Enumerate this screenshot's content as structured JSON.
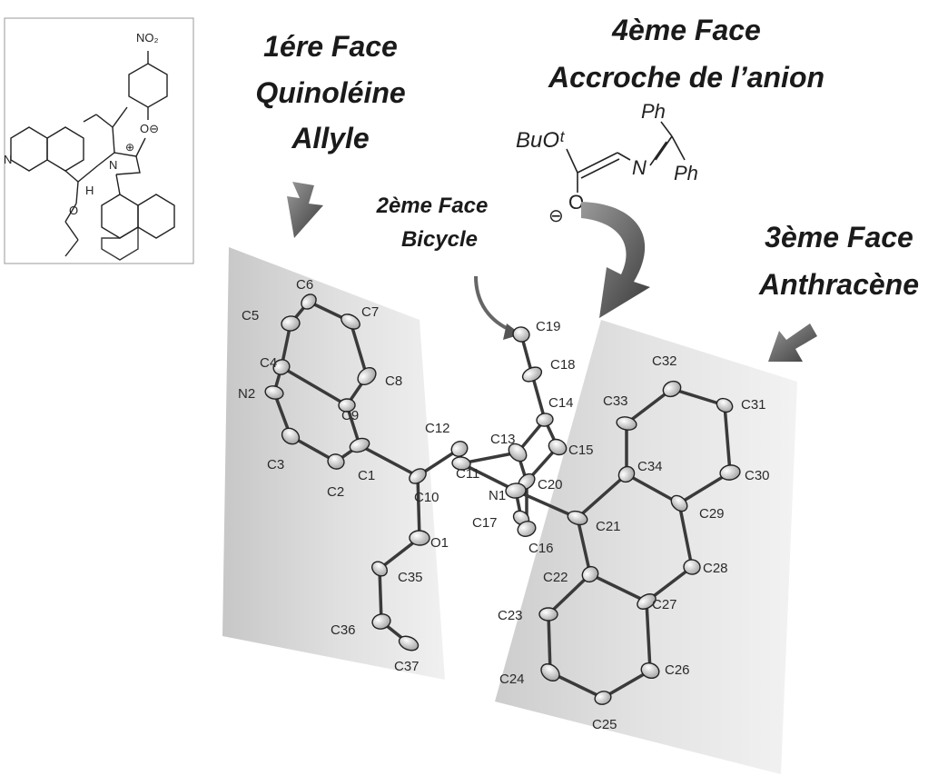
{
  "faces": {
    "face1": [
      "1ére Face",
      "Quinoléine",
      "Allyle"
    ],
    "face2": [
      "2ème Face",
      "Bicycle"
    ],
    "face3": [
      "3ème Face",
      "Anthracène"
    ],
    "face4": [
      "4ème Face",
      "Accroche de l’anion"
    ]
  },
  "anion": {
    "buo": "BuOᵗ",
    "n": "N",
    "ph_top": "Ph",
    "ph_right": "Ph",
    "o": "O",
    "charge": "⊖"
  },
  "inset": {
    "no2": "NO₂",
    "o_minus": "O⊖",
    "n_quin": "N",
    "n_plus": "N",
    "plus": "⊕",
    "h": "H",
    "o": "O"
  },
  "atoms": {
    "C1": "C1",
    "C2": "C2",
    "C3": "C3",
    "C4": "C4",
    "C5": "C5",
    "C6": "C6",
    "C7": "C7",
    "C8": "C8",
    "C9": "C9",
    "N2": "N2",
    "C10": "C10",
    "O1": "O1",
    "C35": "C35",
    "C36": "C36",
    "C37": "C37",
    "C11": "C11",
    "C12": "C12",
    "C13": "C13",
    "C14": "C14",
    "C15": "C15",
    "C16": "C16",
    "C17": "C17",
    "C18": "C18",
    "C19": "C19",
    "C20": "C20",
    "N1": "N1",
    "C21": "C21",
    "C22": "C22",
    "C23": "C23",
    "C24": "C24",
    "C25": "C25",
    "C26": "C26",
    "C27": "C27",
    "C28": "C28",
    "C29": "C29",
    "C30": "C30",
    "C31": "C31",
    "C32": "C32",
    "C33": "C33",
    "C34": "C34"
  }
}
